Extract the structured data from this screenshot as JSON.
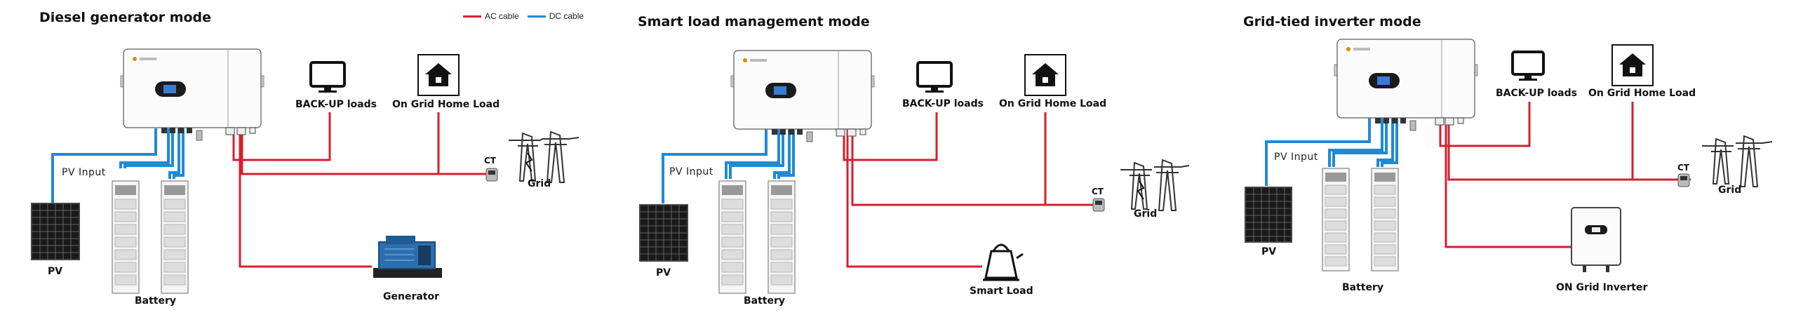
{
  "colors": {
    "ac": "#d3202e",
    "dc": "#1f8ad6"
  },
  "legend": {
    "ac_label": "AC cable",
    "dc_label": "DC cable"
  },
  "panels": [
    {
      "title": "Diesel generator mode",
      "labels": {
        "backup": "BACK-UP loads",
        "home": "On Grid Home Load",
        "pv_input": "PV Input",
        "ct": "CT",
        "grid": "Grid",
        "pv": "PV",
        "battery": "Battery",
        "extra": "Generator"
      }
    },
    {
      "title": "Smart load management mode",
      "labels": {
        "backup": "BACK-UP loads",
        "home": "On Grid Home Load",
        "pv_input": "PV Input",
        "ct": "CT",
        "grid": "Grid",
        "pv": "PV",
        "battery": "Battery",
        "extra": "Smart Load"
      }
    },
    {
      "title": "Grid-tied inverter mode",
      "labels": {
        "backup": "BACK-UP loads",
        "home": "On Grid Home Load",
        "pv_input": "PV Input",
        "ct": "CT",
        "grid": "Grid",
        "pv": "PV",
        "battery": "Battery",
        "extra": "ON Grid Inverter"
      }
    }
  ]
}
